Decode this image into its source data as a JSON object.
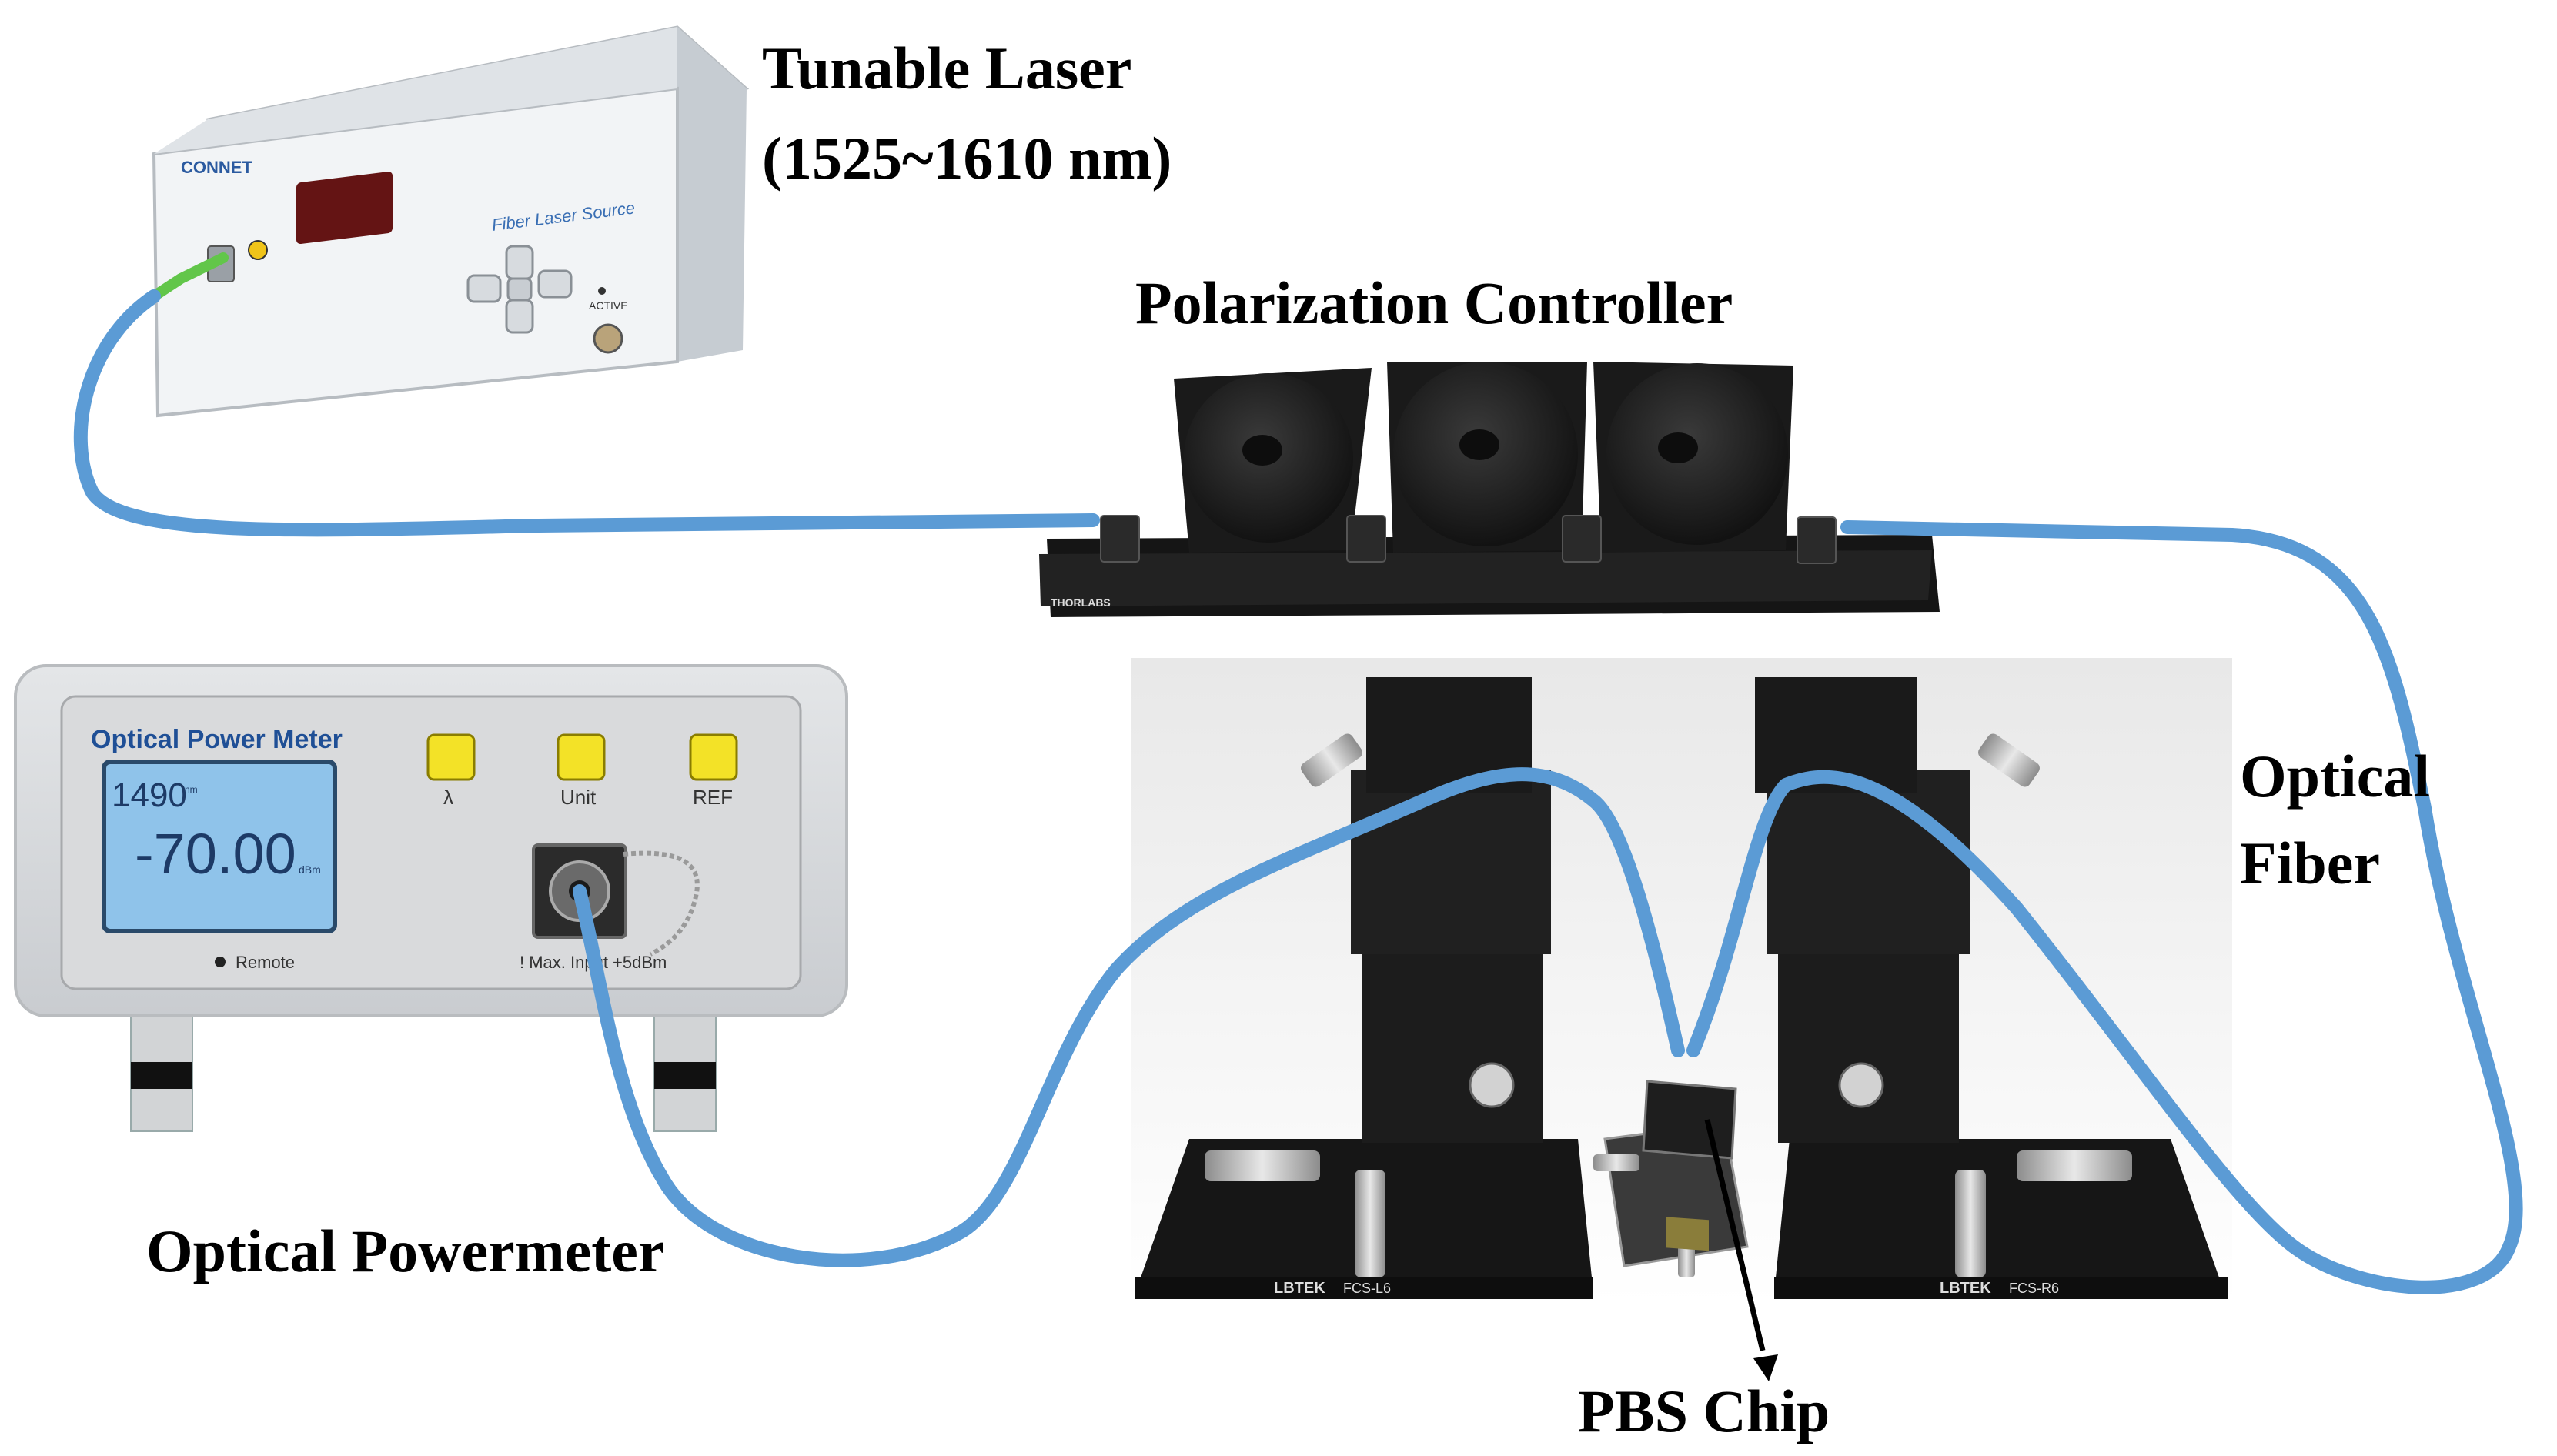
{
  "labels": {
    "laser_line1": "Tunable Laser",
    "laser_line2": "(1525~1610 nm)",
    "polarization": "Polarization Controller",
    "fiber_line1": "Optical",
    "fiber_line2": "Fiber",
    "powermeter": "Optical Powermeter",
    "chip": "PBS Chip"
  },
  "laser_device": {
    "panel_text": "Fiber Laser Source",
    "logo": "CONNET",
    "small_label": "ACTIVE"
  },
  "polarization_device": {
    "brand": "THORLABS"
  },
  "power_meter_device": {
    "title": "Optical Power Meter",
    "wavelength": "1490",
    "wavelength_unit": "nm",
    "reading": "-70.00",
    "reading_unit": "dBm",
    "buttons": [
      "λ",
      "Unit",
      "REF"
    ],
    "remote_label": "Remote",
    "max_input_label": "! Max. Input +5dBm"
  },
  "stages": {
    "left_brand": "LBTEK",
    "left_model": "FCS-L6",
    "right_brand": "LBTEK",
    "right_model": "FCS-R6"
  },
  "colors": {
    "fiber": "#5b9bd5",
    "fiber_green": "#62c64a",
    "stage_black": "#1c1c1c",
    "lcd": "#8fc3ea",
    "button_yellow": "#f3e227",
    "laser_body": "#e9ecef",
    "laser_screen": "#8a1c1c"
  }
}
